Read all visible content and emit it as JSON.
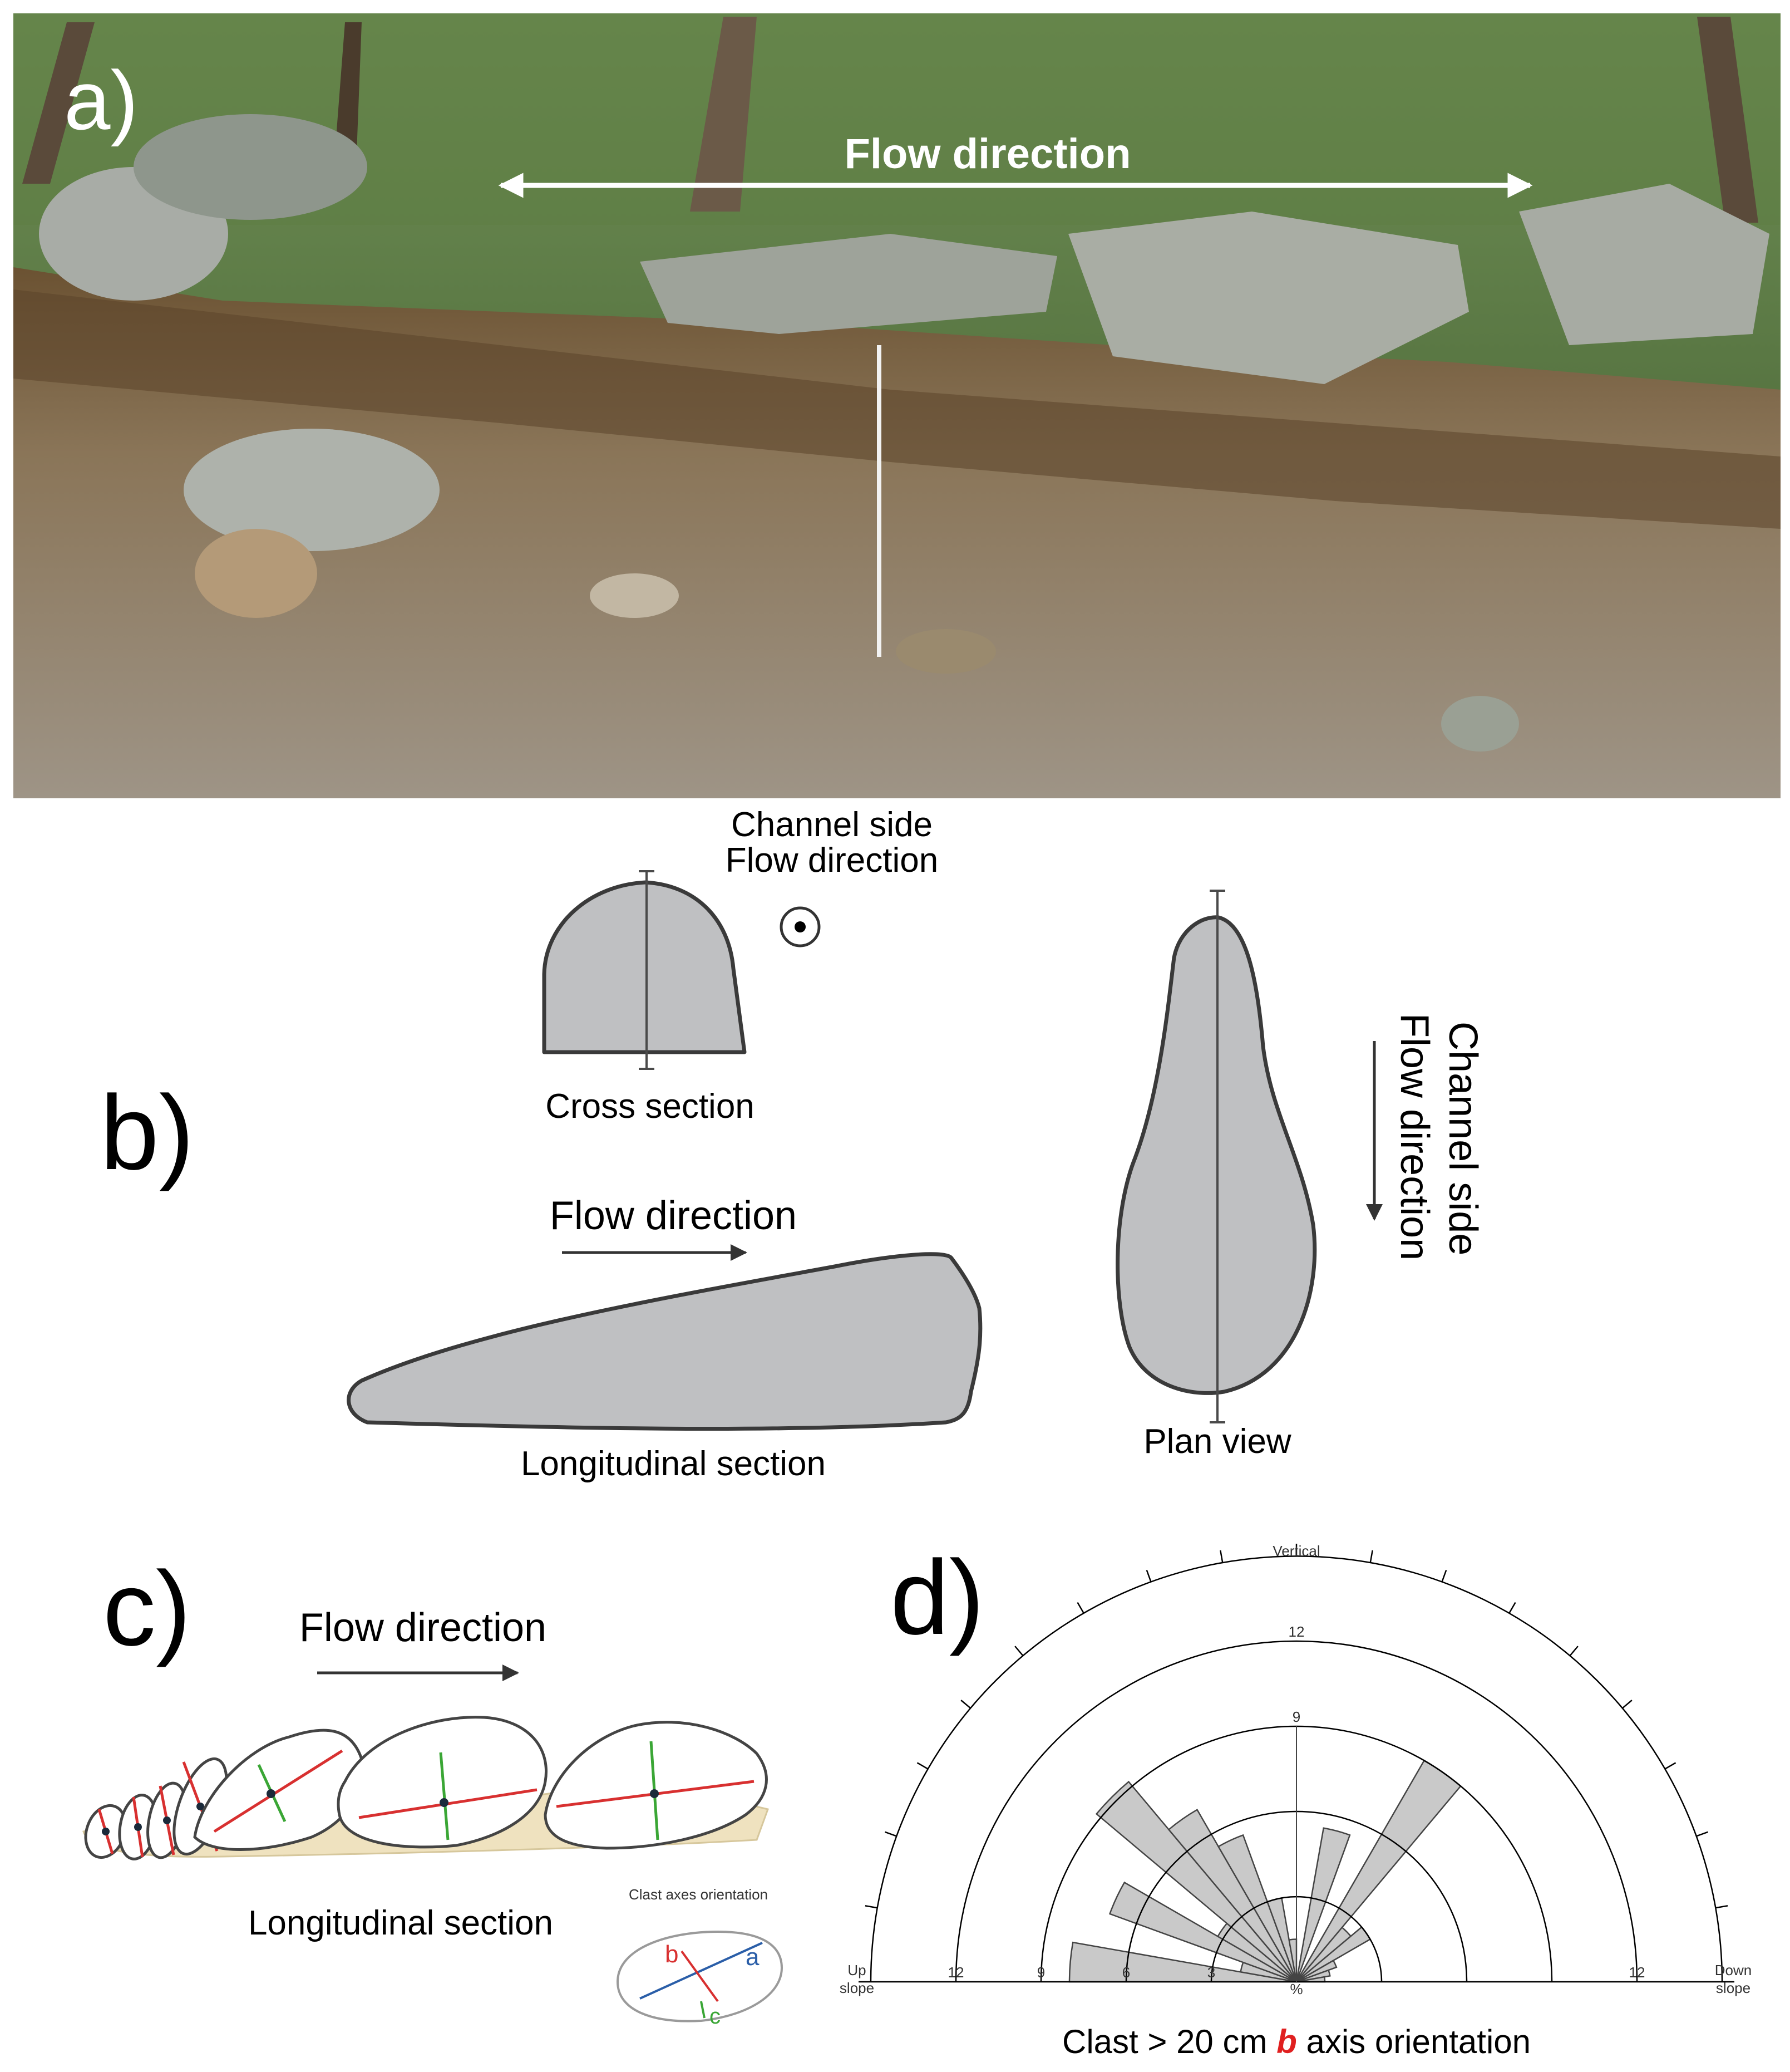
{
  "panel_a": {
    "label": "a)",
    "flow_label": "Flow direction"
  },
  "panel_b": {
    "label": "b)",
    "cross_section_top_line1": "Channel side",
    "cross_section_top_line2": "Flow direction",
    "cross_section_caption": "Cross section",
    "plan_side_line1": "Channel side",
    "plan_side_line2": "Flow direction",
    "plan_caption": "Plan view",
    "long_flow_label": "Flow direction",
    "long_caption": "Longitudinal section"
  },
  "panel_c": {
    "label": "c)",
    "flow_label": "Flow direction",
    "caption": "Longitudinal section",
    "inset_title": "Clast axes orientation",
    "axis_a": "a",
    "axis_b": "b",
    "axis_c": "c",
    "colors": {
      "a": "#2a5ea8",
      "b": "#d83030",
      "c": "#3aa635"
    }
  },
  "panel_d": {
    "label": "d)",
    "top_label": "Vertical",
    "left_label_1": "Up",
    "left_label_2": "slope",
    "right_label_1": "Down",
    "right_label_2": "slope",
    "center_unit": "%",
    "caption_pre": "Clast > 20 cm ",
    "caption_em": "b",
    "caption_post": " axis orientation",
    "caption_em_color": "#e02020"
  },
  "chart_data": {
    "type": "rose",
    "radial_unit": "%",
    "radial_ticks": [
      3,
      6,
      9,
      12
    ],
    "sector_width_deg": 10,
    "sectors": [
      {
        "center_deg": 5,
        "value": 8.0
      },
      {
        "center_deg": 15,
        "value": 2.0
      },
      {
        "center_deg": 25,
        "value": 7.0
      },
      {
        "center_deg": 35,
        "value": 3.2
      },
      {
        "center_deg": 45,
        "value": 9.2
      },
      {
        "center_deg": 55,
        "value": 7.0
      },
      {
        "center_deg": 65,
        "value": 5.5
      },
      {
        "center_deg": 75,
        "value": 3.0
      },
      {
        "center_deg": 85,
        "value": 1.5
      },
      {
        "center_deg": 105,
        "value": 5.5
      },
      {
        "center_deg": 125,
        "value": 9.0
      },
      {
        "center_deg": 135,
        "value": 2.5
      },
      {
        "center_deg": 145,
        "value": 3.0
      },
      {
        "center_deg": 155,
        "value": 1.5
      },
      {
        "center_deg": 165,
        "value": 1.2
      },
      {
        "center_deg": 175,
        "value": 1.0
      }
    ]
  }
}
